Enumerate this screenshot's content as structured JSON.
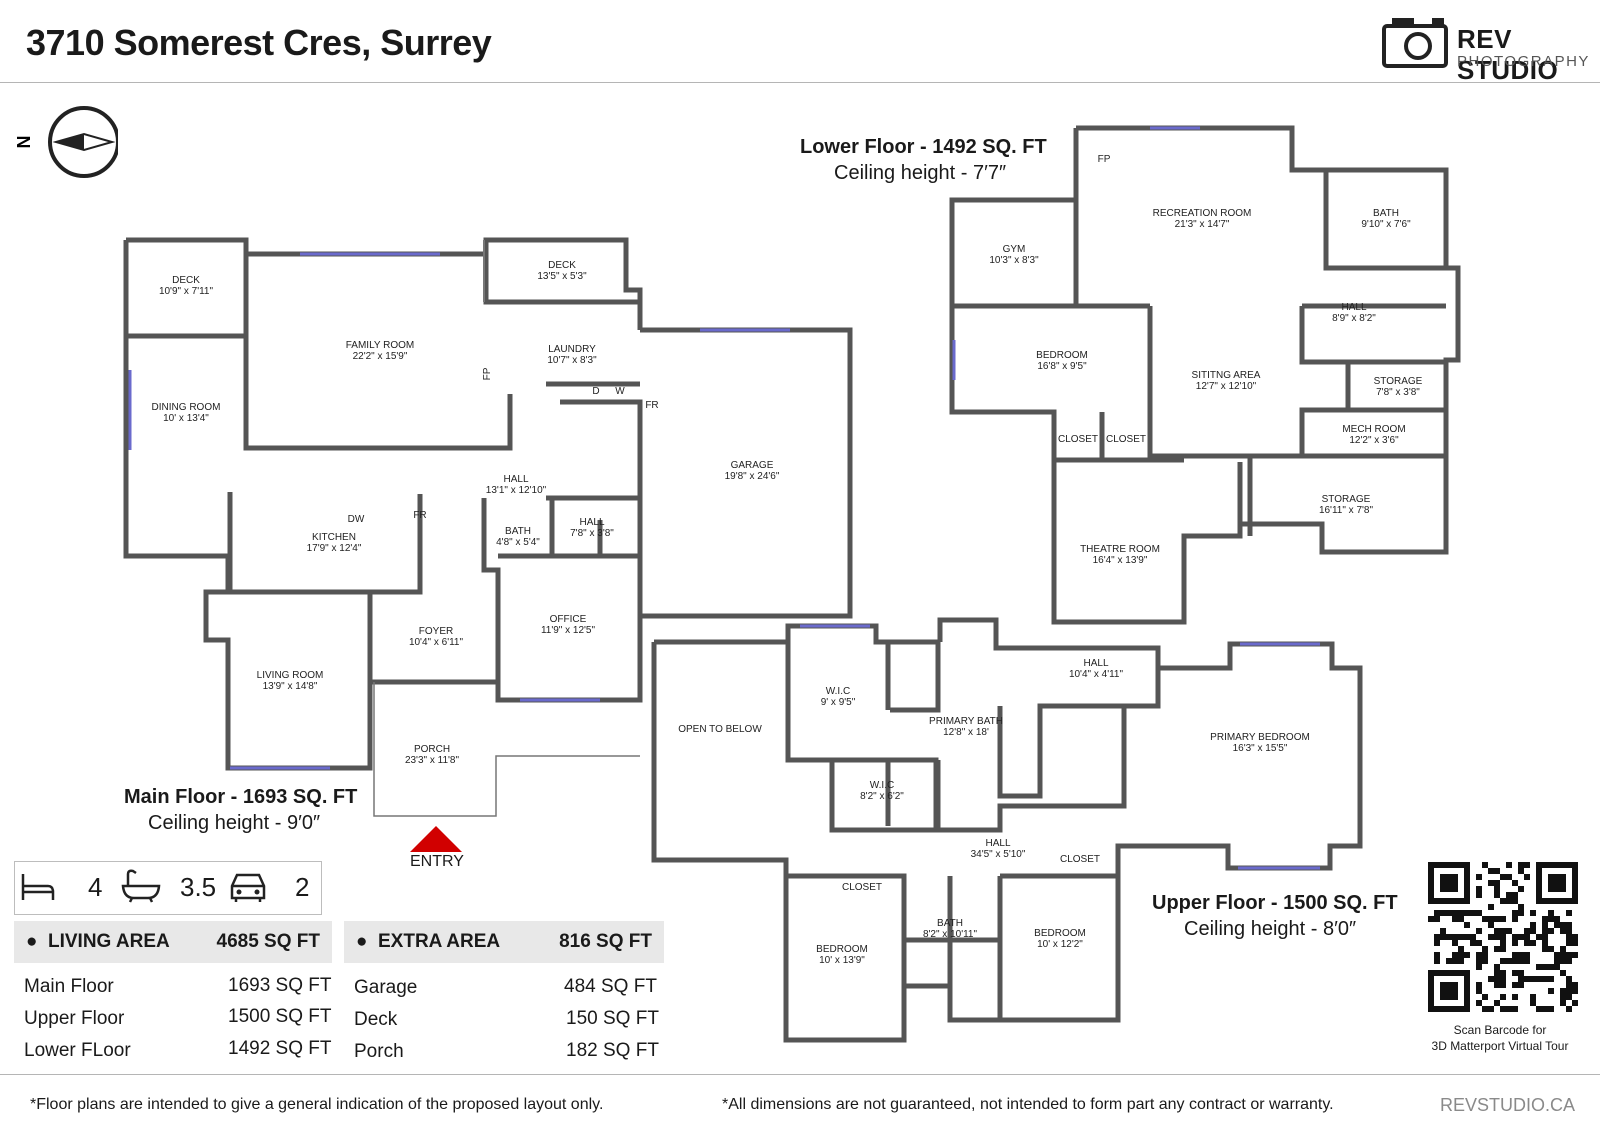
{
  "title": "3710 Somerest Cres, Surrey",
  "logo": {
    "line1": "REV STUDIO",
    "line2": "PHOTOGRAPHY",
    "icon": "camera-icon"
  },
  "compass": {
    "label": "N"
  },
  "floors": {
    "main": {
      "title": "Main Floor - 1693 SQ. FT",
      "ceiling": "Ceiling height - 9′0″"
    },
    "lower": {
      "title": "Lower Floor - 1492 SQ. FT",
      "ceiling": "Ceiling height - 7′7″"
    },
    "upper": {
      "title": "Upper Floor - 1500 SQ. FT",
      "ceiling": "Ceiling height - 8′0″"
    }
  },
  "rooms": {
    "main": {
      "deck1": {
        "name": "DECK",
        "dim": "10'9\" x 7'11\""
      },
      "family": {
        "name": "FAMILY ROOM",
        "dim": "22'2\" x 15'9\""
      },
      "deck2": {
        "name": "DECK",
        "dim": "13'5\" x 5'3\""
      },
      "laundry": {
        "name": "LAUNDRY",
        "dim": "10'7\" x 8'3\""
      },
      "dining": {
        "name": "DINING ROOM",
        "dim": "10' x 13'4\""
      },
      "garage": {
        "name": "GARAGE",
        "dim": "19'8\" x 24'6\""
      },
      "hall1": {
        "name": "HALL",
        "dim": "13'1\" x 12'10\""
      },
      "kitchen": {
        "name": "KITCHEN",
        "dim": "17'9\" x 12'4\""
      },
      "bath": {
        "name": "BATH",
        "dim": "4'8\" x 5'4\""
      },
      "hall2": {
        "name": "HALL",
        "dim": "7'8\" x 3'8\""
      },
      "foyer": {
        "name": "FOYER",
        "dim": "10'4\" x 6'11\""
      },
      "office": {
        "name": "OFFICE",
        "dim": "11'9\" x 12'5\""
      },
      "living": {
        "name": "LIVING ROOM",
        "dim": "13'9\" x 14'8\""
      },
      "porch": {
        "name": "PORCH",
        "dim": "23'3\" x 11'8\""
      },
      "fp": "FP",
      "fr1": "FR",
      "fr2": "FR",
      "dw": "DW",
      "d": "D",
      "w": "W"
    },
    "lower": {
      "recreation": {
        "name": "RECREATION ROOM",
        "dim": "21'3\" x 14'7\""
      },
      "bath": {
        "name": "BATH",
        "dim": "9'10\" x 7'6\""
      },
      "gym": {
        "name": "GYM",
        "dim": "10'3\" x 8'3\""
      },
      "hall": {
        "name": "HALL",
        "dim": "8'9\" x 8'2\""
      },
      "bedroom": {
        "name": "BEDROOM",
        "dim": "16'8\" x 9'5\""
      },
      "sitting": {
        "name": "SITITNG AREA",
        "dim": "12'7\" x 12'10\""
      },
      "storage1": {
        "name": "STORAGE",
        "dim": "7'8\" x 3'8\""
      },
      "mech": {
        "name": "MECH ROOM",
        "dim": "12'2\" x 3'6\""
      },
      "storage2": {
        "name": "STORAGE",
        "dim": "16'11\" x 7'8\""
      },
      "theatre": {
        "name": "THEATRE ROOM",
        "dim": "16'4\" x 13'9\""
      },
      "closet1": "CLOSET",
      "closet2": "CLOSET",
      "fp": "FP"
    },
    "upper": {
      "wic1": {
        "name": "W.I.C",
        "dim": "9' x 9'5\""
      },
      "hall1": {
        "name": "HALL",
        "dim": "10'4\" x 4'11\""
      },
      "open": "OPEN TO BELOW",
      "primary_bath": {
        "name": "PRIMARY BATH",
        "dim": "12'8\" x 18'"
      },
      "primary_bed": {
        "name": "PRIMARY BEDROOM",
        "dim": "16'3\" x 15'5\""
      },
      "wic2": {
        "name": "W.I.C",
        "dim": "8'2\" x 6'2\""
      },
      "hall2": {
        "name": "HALL",
        "dim": "34'5\" x 5'10\""
      },
      "closet1": "CLOSET",
      "closet2": "CLOSET",
      "bed1": {
        "name": "BEDROOM",
        "dim": "10' x 13'9\""
      },
      "bath": {
        "name": "BATH",
        "dim": "8'2\" x 10'11\""
      },
      "bed2": {
        "name": "BEDROOM",
        "dim": "10' x 12'2\""
      }
    }
  },
  "entry": "ENTRY",
  "stats": {
    "beds": "4",
    "baths": "3.5",
    "garage": "2",
    "icons": [
      "bed-icon",
      "bathtub-icon",
      "car-icon"
    ]
  },
  "living_area": {
    "label": "LIVING AREA",
    "total": "4685 SQ FT",
    "rows": [
      {
        "name": "Main Floor",
        "value": "1693 SQ FT"
      },
      {
        "name": "Upper Floor",
        "value": "1500 SQ FT"
      },
      {
        "name": "Lower FLoor",
        "value": "1492 SQ FT"
      }
    ]
  },
  "extra_area": {
    "label": "EXTRA AREA",
    "total": "816 SQ FT",
    "rows": [
      {
        "name": "Garage",
        "value": "484 SQ FT"
      },
      {
        "name": "Deck",
        "value": "150 SQ FT"
      },
      {
        "name": "Porch",
        "value": "182 SQ FT"
      }
    ]
  },
  "qr": {
    "caption1": "Scan Barcode for",
    "caption2": "3D Matterport Virtual Tour"
  },
  "footer": {
    "left": "*Floor plans are intended to give a general indication of the proposed layout only.",
    "mid": "*All dimensions are not guaranteed, not intended to form part any contract or warranty.",
    "right": "REVSTUDIO.CA"
  }
}
